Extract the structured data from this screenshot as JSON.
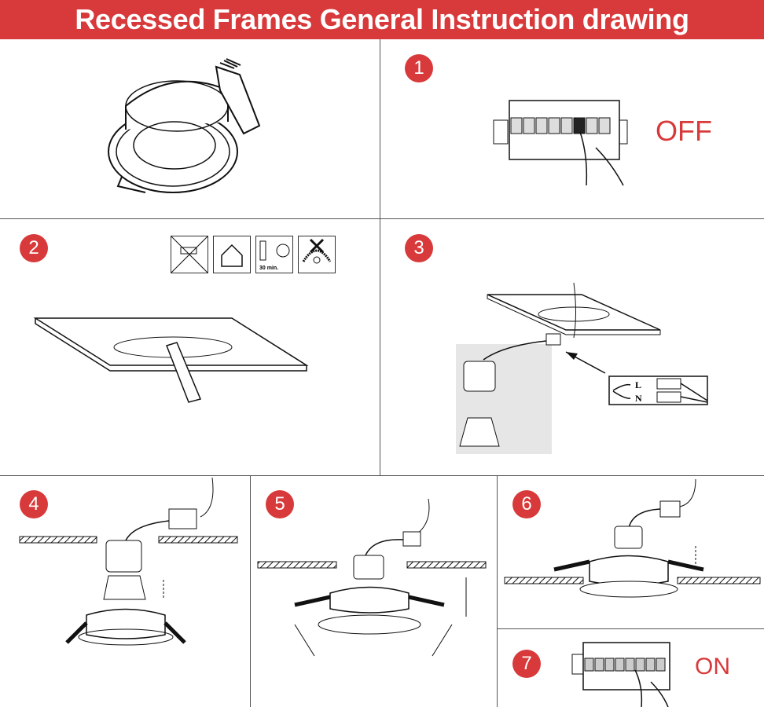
{
  "header": {
    "title": "Recessed Frames General Instruction  drawing"
  },
  "steps": [
    {
      "number": "1",
      "label": "OFF"
    },
    {
      "number": "2"
    },
    {
      "number": "3",
      "terminal_labels": [
        "L",
        "N"
      ]
    },
    {
      "number": "4"
    },
    {
      "number": "5"
    },
    {
      "number": "6"
    },
    {
      "number": "7",
      "label": "ON"
    }
  ],
  "icons": [
    "no-drill-icon",
    "indoor-house-icon",
    "switch-off-wait-30min-icon",
    "no-insulation-cover-icon"
  ],
  "icon_text": {
    "wait": "30 min."
  },
  "colors": {
    "accent": "#d8393a"
  }
}
